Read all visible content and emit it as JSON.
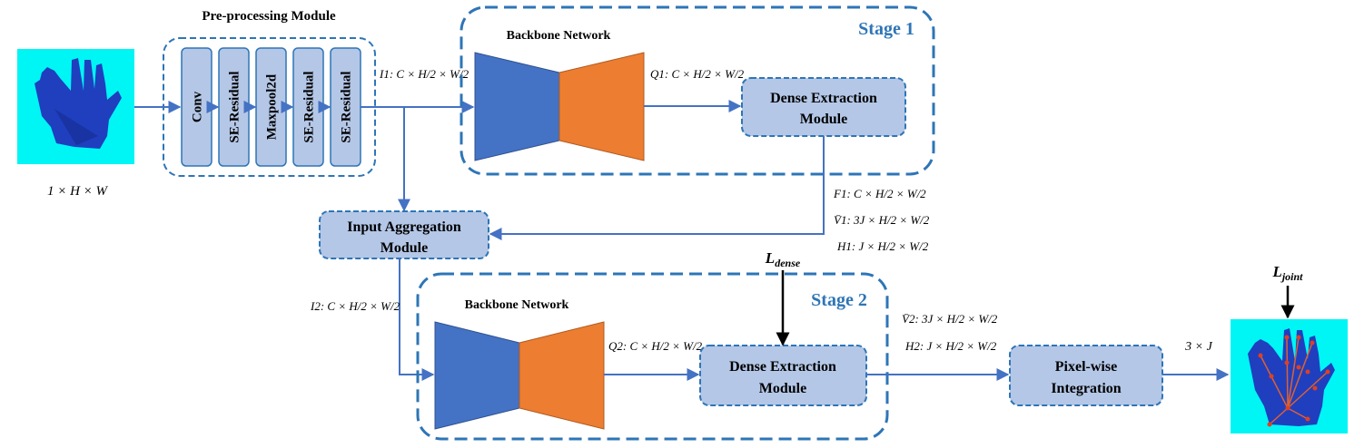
{
  "preprocessing": {
    "title": "Pre-processing Module",
    "layers": [
      "Conv",
      "SE-Residual",
      "Maxpool2d",
      "SE-Residual",
      "SE-Residual"
    ]
  },
  "input_image": {
    "caption": "1 × H × W"
  },
  "stage1": {
    "label": "Stage 1",
    "backbone_label": "Backbone Network",
    "dense_module": [
      "Dense Extraction",
      "Module"
    ]
  },
  "stage2": {
    "label": "Stage 2",
    "backbone_label": "Backbone Network",
    "dense_module": [
      "Dense Extraction",
      "Module"
    ]
  },
  "input_aggregation": [
    "Input Aggregation",
    "Module"
  ],
  "pixel_wise": [
    "Pixel-wise",
    "Integration"
  ],
  "losses": {
    "dense": {
      "base": "L",
      "sub": "dense"
    },
    "joint": {
      "base": "L",
      "sub": "joint"
    }
  },
  "tensor_labels": {
    "I1": "I1: C × H/2 × W/2",
    "Q1": "Q1: C × H/2 × W/2",
    "F1": "F1: C × H/2 × W/2",
    "V1": "V̄1: 3J × H/2 × W/2",
    "H1": "H1: J × H/2 × W/2",
    "I2": "I2: C × H/2 × W/2",
    "Q2": "Q2: C × H/2 × W/2",
    "V2": "V̄2: 3J × H/2 × W/2",
    "H2": "H2: J × H/2 × W/2",
    "out": "3 × J"
  },
  "colors": {
    "arrow": "#4472c4",
    "dashed_border": "#2e75b6",
    "module_fill": "#b4c7e7",
    "encoder": "#4472c4",
    "decoder": "#ed7d31",
    "stage_text": "#2e75b6",
    "hand_bg": "#00ffff",
    "hand": "#1f3fbf"
  }
}
